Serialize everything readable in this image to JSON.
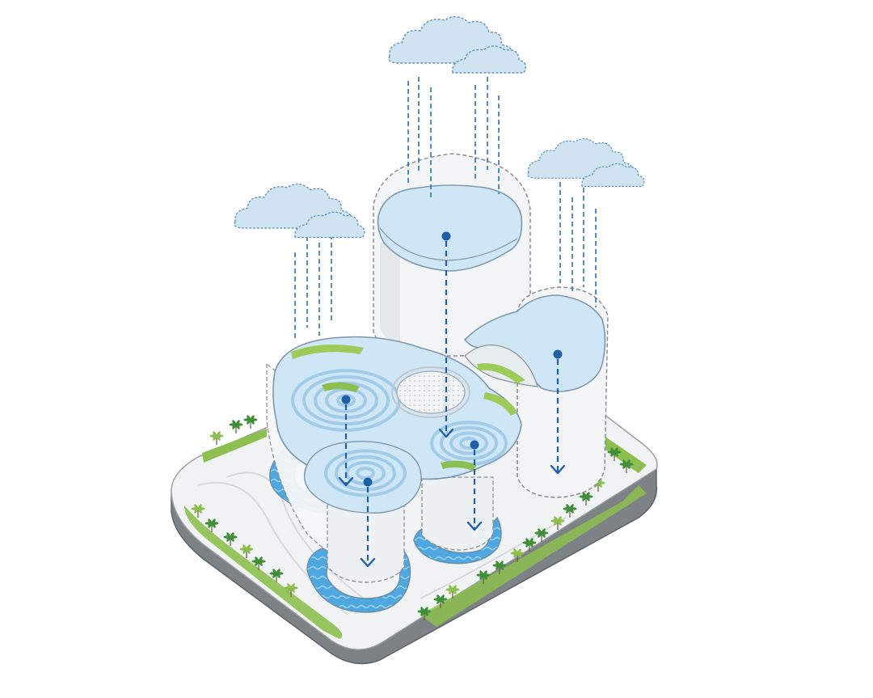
{
  "diagram": {
    "kind": "isometric rainwater collection illustration",
    "text_labels": [],
    "colors": {
      "background": "#ffffff",
      "cloud_fill": "#cfe3f1",
      "cloud_stroke": "#5a93bd",
      "rain_line": "#2f6fb0",
      "flow_arrow": "#1f5fa8",
      "roof_water": "#cfe6f6",
      "roof_ripple": "#8fbfe3",
      "pool_blue": "#4da9e0",
      "tower_fill": "#f4f6f7",
      "tower_outline": "#8a8f94",
      "ground_plate": "#eef0f1",
      "plate_edge": "#6f7478",
      "greenery": "#6fa83a",
      "palm": "#3f8f3a"
    },
    "clouds": [
      {
        "name": "cloud-top-center"
      },
      {
        "name": "cloud-left"
      },
      {
        "name": "cloud-right"
      }
    ],
    "flow_arrows": [
      {
        "name": "arrow-top-tower"
      },
      {
        "name": "arrow-right-tower"
      },
      {
        "name": "arrow-main-roof"
      },
      {
        "name": "arrow-small-roof-right"
      },
      {
        "name": "arrow-front-pool"
      }
    ]
  }
}
